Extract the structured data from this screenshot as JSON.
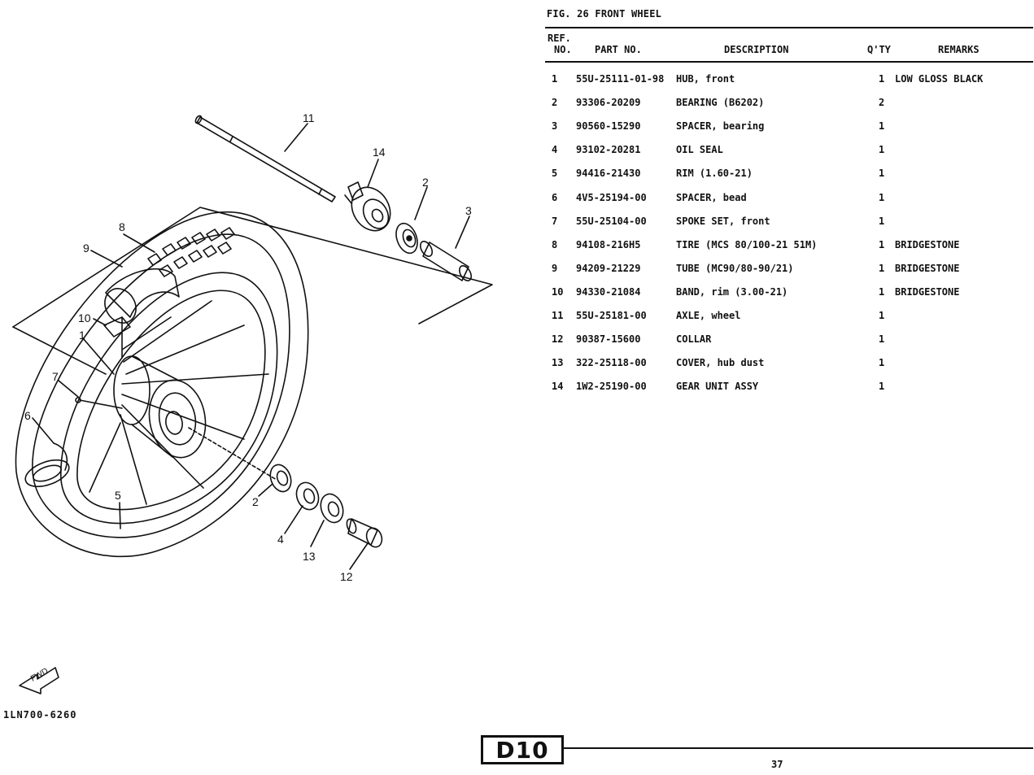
{
  "figure_title": "FIG. 26  FRONT WHEEL",
  "table": {
    "headers": {
      "ref_line1": "REF.",
      "ref_line2": "NO.",
      "part_no": "PART NO.",
      "description": "DESCRIPTION",
      "qty": "Q'TY",
      "remarks": "REMARKS"
    },
    "rows": [
      {
        "ref": "1",
        "part_no": "55U-25111-01-98",
        "description": "HUB, front",
        "qty": "1",
        "remarks": "LOW GLOSS BLACK"
      },
      {
        "ref": "2",
        "part_no": "93306-20209",
        "description": "BEARING (B6202)",
        "qty": "2",
        "remarks": ""
      },
      {
        "ref": "3",
        "part_no": "90560-15290",
        "description": "SPACER, bearing",
        "qty": "1",
        "remarks": ""
      },
      {
        "ref": "4",
        "part_no": "93102-20281",
        "description": "OIL SEAL",
        "qty": "1",
        "remarks": ""
      },
      {
        "ref": "5",
        "part_no": "94416-21430",
        "description": "RIM (1.60-21)",
        "qty": "1",
        "remarks": ""
      },
      {
        "ref": "6",
        "part_no": "4V5-25194-00",
        "description": "SPACER, bead",
        "qty": "1",
        "remarks": ""
      },
      {
        "ref": "7",
        "part_no": "55U-25104-00",
        "description": "SPOKE SET, front",
        "qty": "1",
        "remarks": ""
      },
      {
        "ref": "8",
        "part_no": "94108-216H5",
        "description": "TIRE (MCS 80/100-21 51M)",
        "qty": "1",
        "remarks": "BRIDGESTONE"
      },
      {
        "ref": "9",
        "part_no": "94209-21229",
        "description": "TUBE (MC90/80-90/21)",
        "qty": "1",
        "remarks": "BRIDGESTONE"
      },
      {
        "ref": "10",
        "part_no": "94330-21084",
        "description": "BAND, rim (3.00-21)",
        "qty": "1",
        "remarks": "BRIDGESTONE"
      },
      {
        "ref": "11",
        "part_no": "55U-25181-00",
        "description": "AXLE, wheel",
        "qty": "1",
        "remarks": ""
      },
      {
        "ref": "12",
        "part_no": "90387-15600",
        "description": "COLLAR",
        "qty": "1",
        "remarks": ""
      },
      {
        "ref": "13",
        "part_no": "322-25118-00",
        "description": "COVER, hub dust",
        "qty": "1",
        "remarks": ""
      },
      {
        "ref": "14",
        "part_no": "1W2-25190-00",
        "description": "GEAR UNIT ASSY",
        "qty": "1",
        "remarks": ""
      }
    ]
  },
  "diagram": {
    "callouts": [
      "1",
      "2",
      "3",
      "4",
      "5",
      "6",
      "7",
      "8",
      "9",
      "10",
      "11",
      "12",
      "13",
      "14"
    ],
    "callout_second_2": "2",
    "fwd_label": "FWD",
    "code": "1LN700-6260"
  },
  "section_badge": "D10",
  "page_number": "37"
}
